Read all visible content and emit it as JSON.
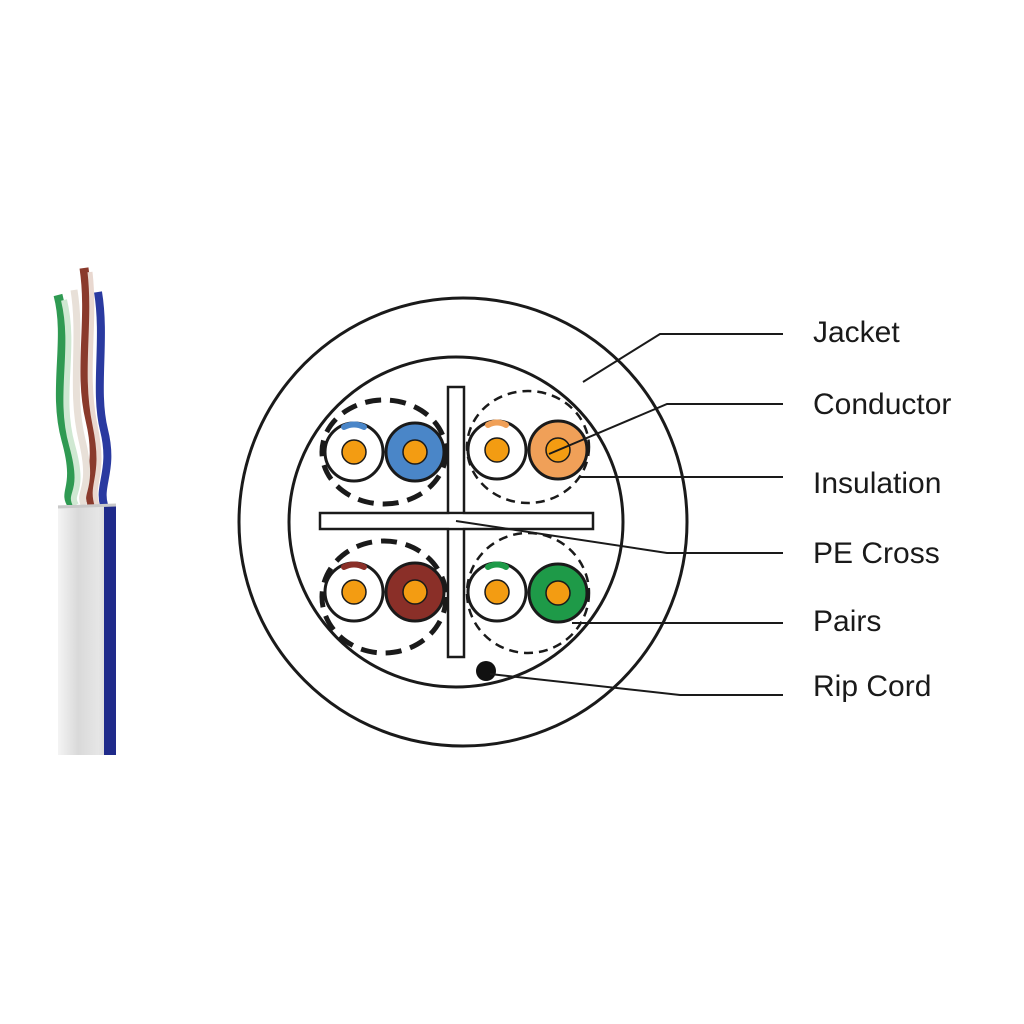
{
  "diagram": {
    "labels": {
      "jacket": "Jacket",
      "conductor": "Conductor",
      "insulation": "Insulation",
      "pe_cross": "PE Cross",
      "pairs": "Pairs",
      "rip_cord": "Rip Cord"
    },
    "colors": {
      "blue": "#4a86c8",
      "orange": "#f0a058",
      "brown": "#8a2f28",
      "green": "#1e9a48",
      "copper": "#f39c12",
      "cable_jacket": "#dcdcdc",
      "cable_stripe": "#1f2a8a"
    }
  }
}
